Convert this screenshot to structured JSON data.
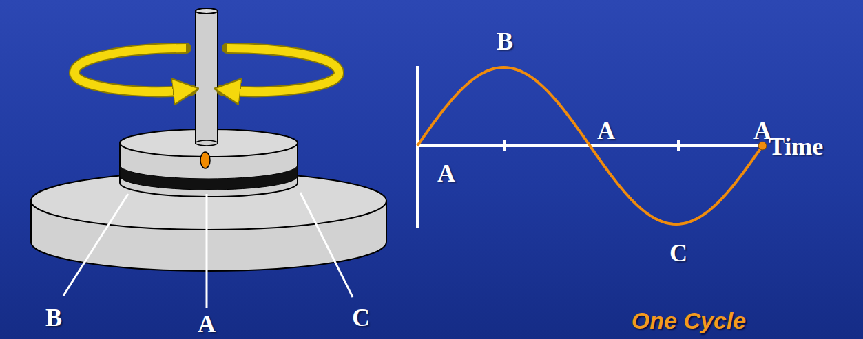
{
  "diagram": {
    "labels": [
      "B",
      "A",
      "C",
      "B",
      "A",
      "A",
      "A",
      "Time",
      "C",
      "One Cycle"
    ]
  }
}
